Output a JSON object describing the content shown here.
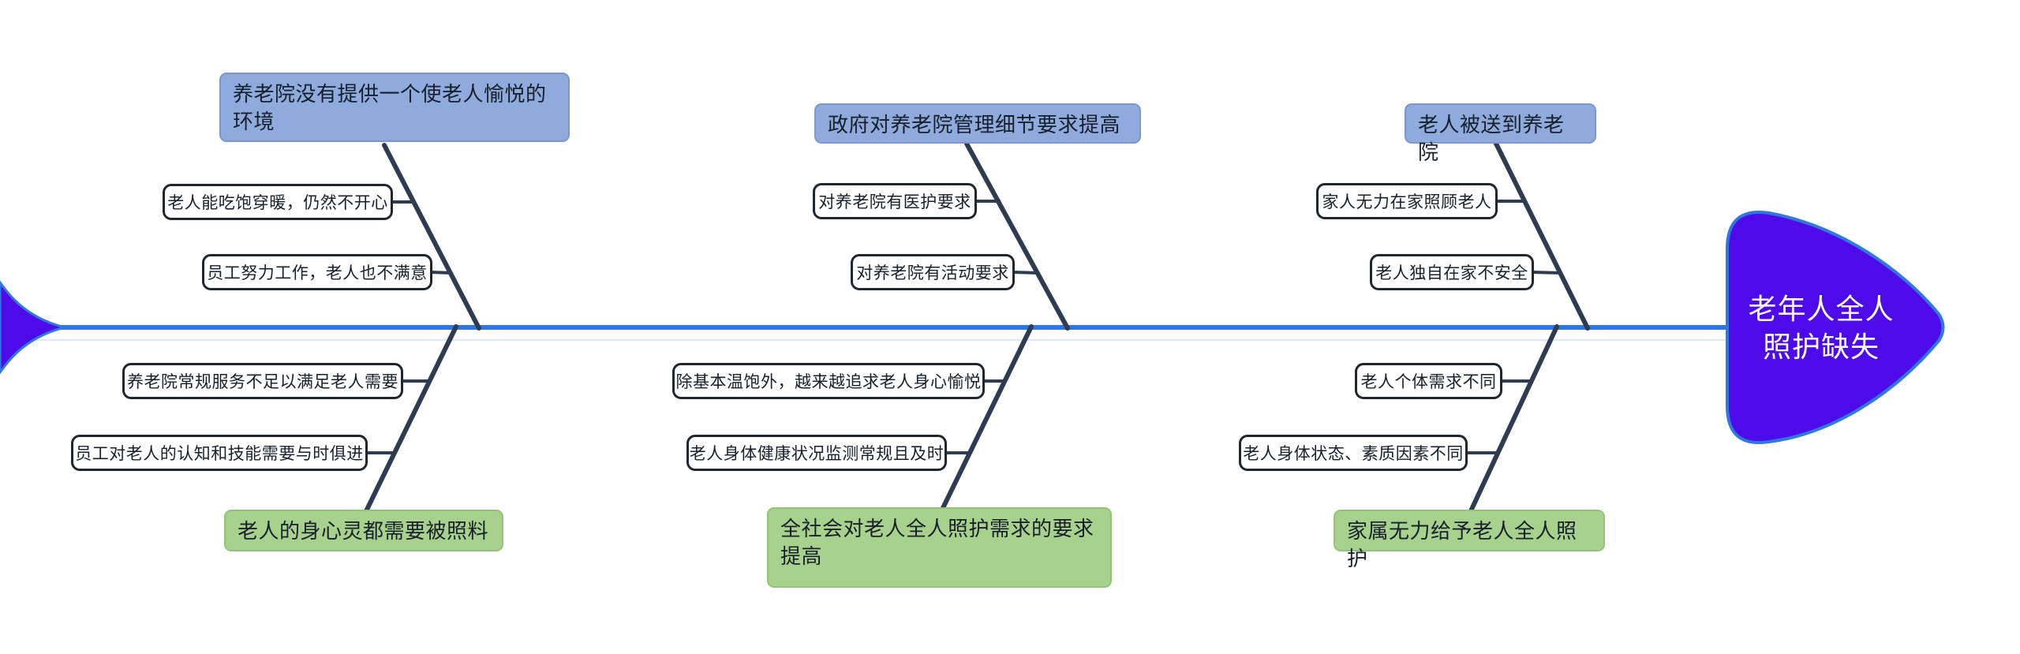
{
  "head": {
    "label": "老年人全人\n照护缺失"
  },
  "top_branches": [
    {
      "label": "养老院没有提供一个使老人愉悦的环境",
      "items": [
        "老人能吃饱穿暖，仍然不开心",
        "员工努力工作，老人也不满意"
      ]
    },
    {
      "label": "政府对养老院管理细节要求提高",
      "items": [
        "对养老院有医护要求",
        "对养老院有活动要求"
      ]
    },
    {
      "label": "老人被送到养老院",
      "items": [
        "家人无力在家照顾老人",
        "老人独自在家不安全"
      ]
    }
  ],
  "bottom_branches": [
    {
      "label": "老人的身心灵都需要被照料",
      "items": [
        "养老院常规服务不足以满足老人需要",
        "员工对老人的认知和技能需要与时俱进"
      ]
    },
    {
      "label": "全社会对老人全人照护需求的要求提高",
      "items": [
        "除基本温饱外，越来越追求老人身心愉悦",
        "老人身体健康状况监测常规且及时"
      ]
    },
    {
      "label": "家属无力给予老人全人照护",
      "items": [
        "老人个体需求不同",
        "老人身体状态、素质因素不同"
      ]
    }
  ],
  "colors": {
    "spine": "#2e78e2",
    "spine_shadow": "#dce9f8",
    "bone": "#2e3c52",
    "cause_top_fill": "#8faadc",
    "cause_top_border": "#7a97cf",
    "cause_bottom_fill": "#a9d18e",
    "cause_bottom_border": "#94c279",
    "item_border": "#20262e",
    "head_fill": "#4c0be8",
    "head_border": "#2f78e0",
    "head_text": "#ffffff"
  }
}
